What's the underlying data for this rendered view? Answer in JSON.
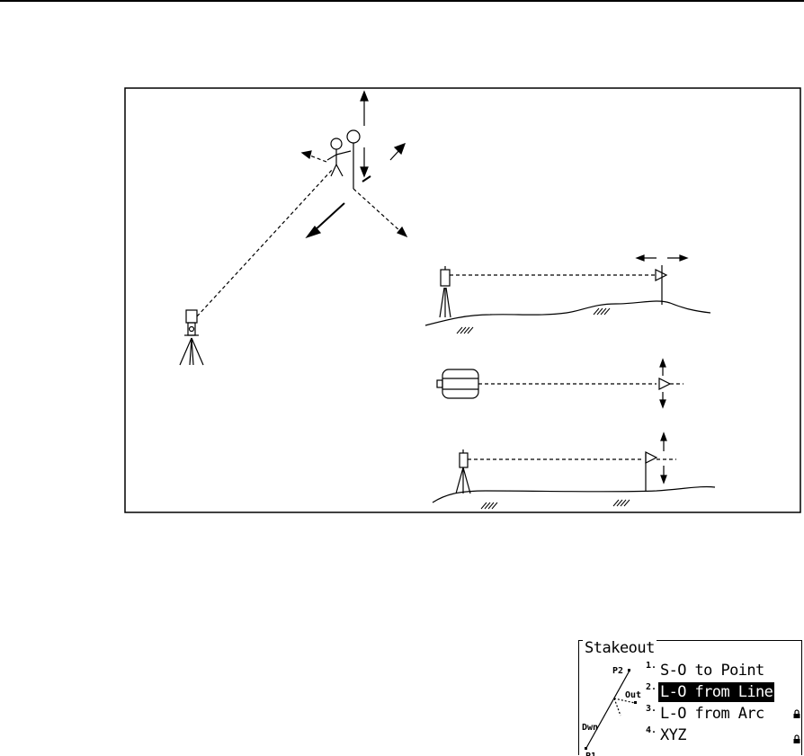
{
  "lcd": {
    "title": "Stakeout",
    "menu": [
      {
        "number": "1.",
        "label": "S-O to Point",
        "selected": false
      },
      {
        "number": "2.",
        "label": "L-O from Line",
        "selected": true
      },
      {
        "number": "3.",
        "label": "L-O from Arc",
        "selected": false
      },
      {
        "number": "4.",
        "label": "XYZ",
        "selected": false
      }
    ],
    "diagram_labels": {
      "p2": "P2",
      "out": "Out",
      "dwn": "Dwn",
      "p1": "P1"
    },
    "icons": [
      "lock-icon",
      "lock-icon"
    ]
  },
  "figure": {
    "icons": [
      "surveyor-icon",
      "prism-pole-icon",
      "total-station-icon",
      "flag-target-icon",
      "instrument-top-view-icon"
    ]
  }
}
